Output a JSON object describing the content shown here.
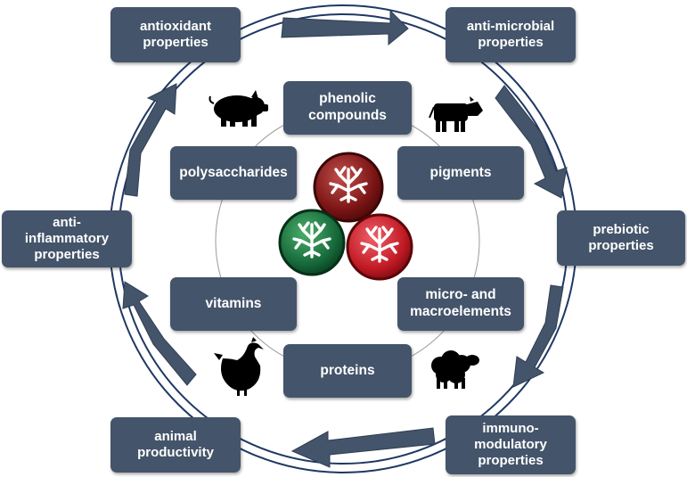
{
  "outer_properties": {
    "antioxidant": "antioxidant\nproperties",
    "antimicrobial": "anti-microbial\nproperties",
    "prebiotic": "prebiotic\nproperties",
    "immunomodulatory": "immuno-\nmodulatory\nproperties",
    "animal_productivity": "animal\nproductivity",
    "anti_inflammatory": "anti-\ninflammatory\nproperties"
  },
  "inner_compounds": {
    "phenolic": "phenolic\ncompounds",
    "pigments": "pigments",
    "micro_macro": "micro- and\nmacroelements",
    "proteins": "proteins",
    "vitamins": "vitamins",
    "polysaccharides": "polysaccharides"
  },
  "icons": [
    "pig-icon",
    "cow-icon",
    "chicken-icon",
    "sheep-icon",
    "algae-dish-icon"
  ],
  "colors": {
    "box": "#44546a",
    "ring": "#1f3864",
    "arrow": "#44546a",
    "algae_brown": "#8b1a1a",
    "algae_green": "#1e7a3a",
    "algae_red": "#c0202a"
  }
}
